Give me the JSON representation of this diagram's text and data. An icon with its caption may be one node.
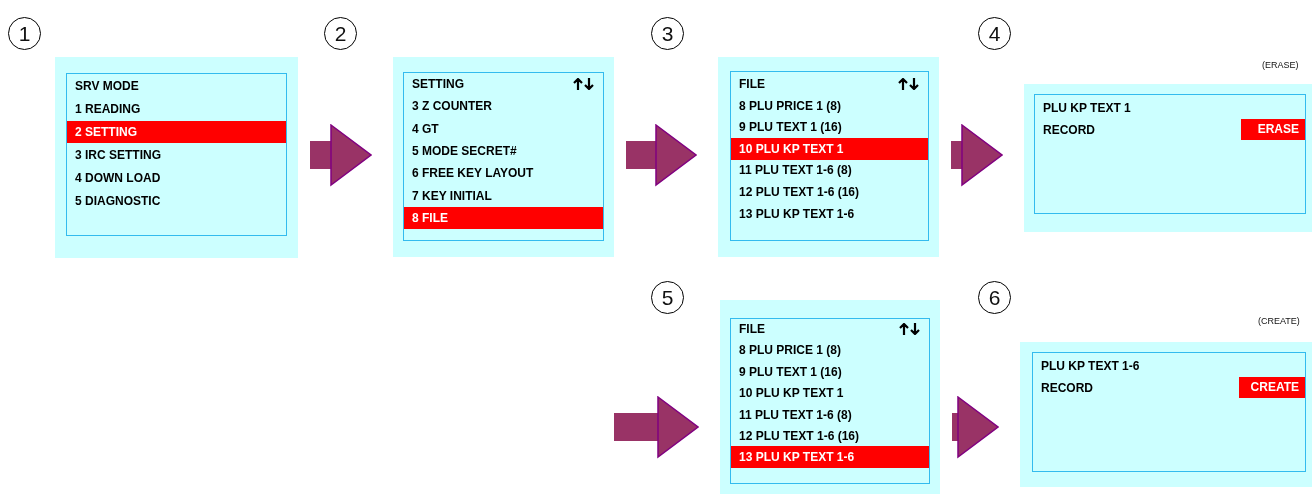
{
  "diagram": {
    "nodes": [
      {
        "text": [
          "1"
        ]
      },
      {
        "text": [
          "SRV MODE",
          "1 READING",
          "3 IRC SETTING",
          "4 DOWN LOAD",
          "5 DIAGNOSTIC"
        ]
      },
      {
        "text": [
          "2 SETTING"
        ],
        "in": 1
      },
      {
        "text": [
          "2"
        ]
      },
      {
        "text": [
          "SETTING",
          "3 Z COUNTER",
          "4 GT",
          "5 MODE SECRET#",
          "6 FREE KEY LAYOUT",
          "7 KEY INITIAL"
        ]
      },
      {
        "text": [
          "8 FILE"
        ],
        "in": 4
      },
      {
        "text": [
          "3"
        ]
      },
      {
        "text": [
          "FILE",
          "8 PLU PRICE 1 (8)",
          "9 PLU TEXT 1 (16)",
          "11 PLU TEXT 1-6 (8)",
          "12 PLU TEXT 1-6 (16)",
          "13 PLU KP TEXT 1-6"
        ]
      },
      {
        "text": [
          "10 PLU KP TEXT 1"
        ],
        "in": 7
      },
      {
        "text": [
          "4"
        ]
      },
      {
        "text": [
          "PLU KP TEXT 1",
          "RECORD"
        ],
        "beside": [
          "(ERASE)"
        ]
      },
      {
        "text": [
          "ERASE"
        ],
        "in": 10
      },
      {
        "text": [
          "5"
        ]
      },
      {
        "text": [
          "FILE",
          "8 PLU PRICE 1 (8)",
          "9 PLU TEXT 1 (16)",
          "10 PLU KP TEXT 1",
          "11 PLU TEXT 1-6 (8)",
          "12 PLU TEXT 1-6 (16)"
        ]
      },
      {
        "text": [
          "13 PLU KP TEXT 1-6"
        ],
        "in": 13
      },
      {
        "text": [
          "6"
        ]
      },
      {
        "text": [
          "PLU KP TEXT 1-6",
          "RECORD"
        ],
        "beside": [
          "(CREATE)"
        ]
      },
      {
        "text": [
          "CREATE"
        ],
        "in": 16
      }
    ],
    "edges": [
      {
        "from": 1,
        "to": 4,
        "arrow": "to"
      },
      {
        "from": 4,
        "to": 7,
        "arrow": "to"
      },
      {
        "from": 7,
        "to": 10,
        "arrow": "to"
      },
      {
        "from": null,
        "to": 13,
        "arrow": "to"
      },
      {
        "from": 13,
        "to": 16,
        "arrow": "to"
      }
    ]
  }
}
